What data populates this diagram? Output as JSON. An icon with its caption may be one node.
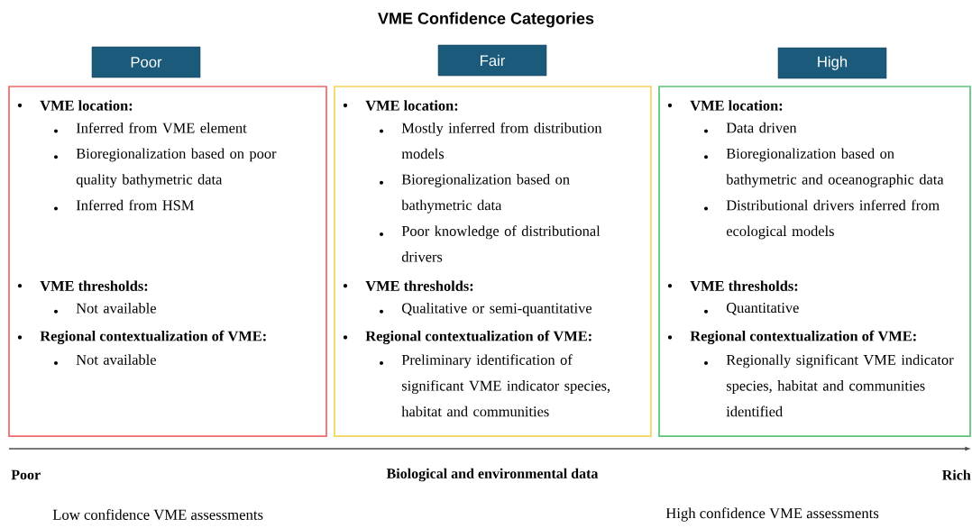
{
  "diagram": {
    "title": "VME Confidence Categories",
    "nodes": [
      {
        "text": [
          "Poor"
        ]
      },
      {
        "text": [
          "Fair"
        ]
      },
      {
        "text": [
          "High"
        ]
      },
      {
        "text": [
          "VME location:",
          "Inferred from VME element",
          "Bioregionalization based on poor quality bathymetric data",
          "Inferred from HSM",
          "VME thresholds:",
          "Not available",
          "Regional contextualization of VME:",
          "Not available"
        ]
      },
      {
        "text": [
          "VME location:",
          "Mostly inferred from distribution models",
          "Bioregionalization based on bathymetric data",
          "Poor knowledge of distributional drivers",
          "VME thresholds:",
          "Qualitative or semi-quantitative",
          "Regional contextualization of VME:",
          "Preliminary identification of significant VME indicator species, habitat and communities"
        ]
      },
      {
        "text": [
          "VME location:",
          "Data driven",
          "Bioregionalization based on bathymetric and oceanographic data",
          "Distributional drivers inferred from ecological models",
          "VME thresholds:",
          "Quantitative",
          "Regional contextualization of VME:",
          "Regionally significant VME indicator species, habitat and communities identified"
        ]
      }
    ],
    "labels": [
      "Poor",
      "Biological and environmental data",
      "Rich",
      "Low confidence VME assessments",
      "High confidence VME assessments"
    ]
  }
}
